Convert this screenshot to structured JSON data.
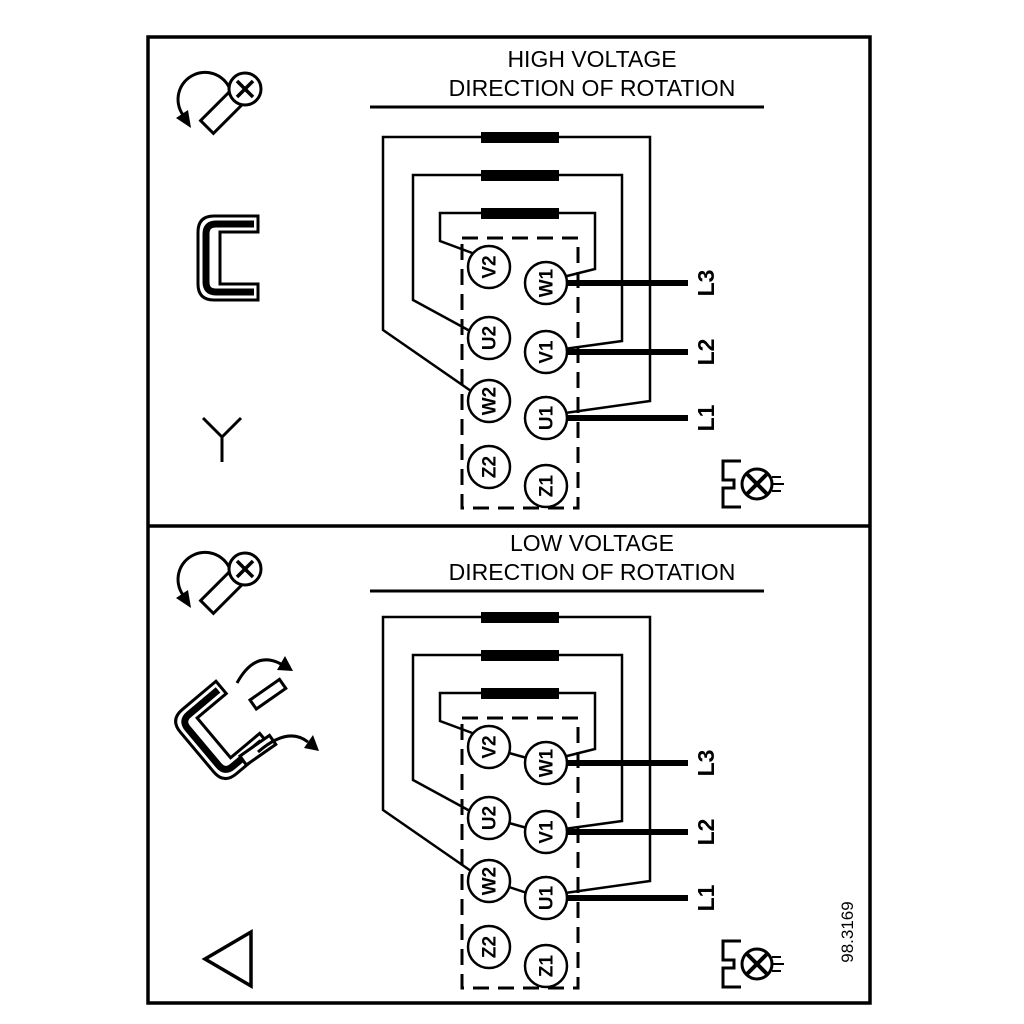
{
  "drawing": {
    "ref_number": "98.3169"
  },
  "high_voltage": {
    "title_line1": "HIGH VOLTAGE",
    "title_line2": "DIRECTION OF ROTATION",
    "connection_symbol": "star-icon",
    "terminals_left": [
      "V2",
      "U2",
      "W2",
      "Z2"
    ],
    "terminals_right": [
      "W1",
      "V1",
      "U1",
      "Z1"
    ],
    "supply_lines": [
      "L3",
      "L2",
      "L1"
    ]
  },
  "low_voltage": {
    "title_line1": "LOW VOLTAGE",
    "title_line2": "DIRECTION OF ROTATION",
    "connection_symbol": "delta-icon",
    "terminals_left": [
      "V2",
      "U2",
      "W2",
      "Z2"
    ],
    "terminals_right": [
      "W1",
      "V1",
      "U1",
      "Z1"
    ],
    "supply_lines": [
      "L3",
      "L2",
      "L1"
    ]
  },
  "icons": {
    "high_voltage": [
      "screw-rotation-icon",
      "link-icon",
      "star-icon",
      "terminal-screw-icon"
    ],
    "low_voltage": [
      "screw-rotation-icon",
      "repositioned-links-icon",
      "delta-icon",
      "terminal-screw-icon"
    ]
  }
}
